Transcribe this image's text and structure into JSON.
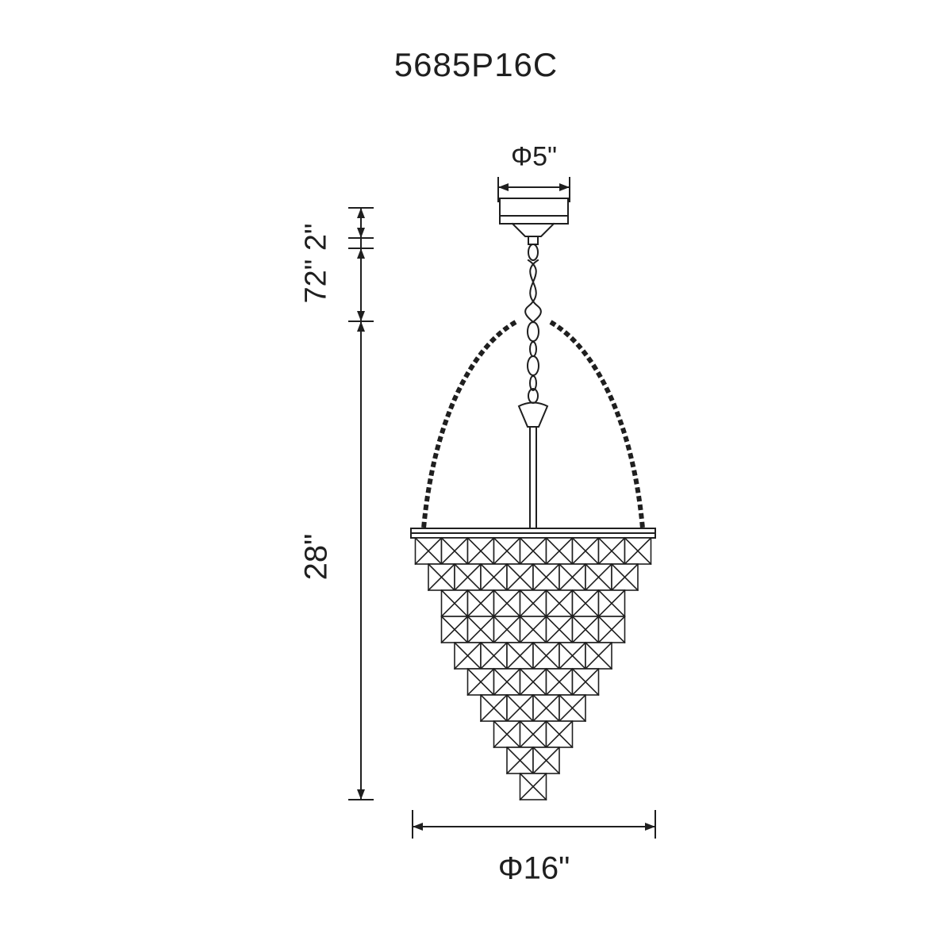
{
  "labels": {
    "title": "5685P16C",
    "dim_canopy_diameter": "Φ5\"",
    "dim_heights": "72\" 2\"",
    "dim_body_height": "28\"",
    "dim_body_diameter": "Φ16\""
  },
  "diagram": {
    "stroke_color": "#1f1f1f",
    "background": "#ffffff",
    "crystal_tiers": [
      9,
      8,
      7,
      7,
      6,
      5,
      4,
      3,
      2,
      1
    ]
  }
}
